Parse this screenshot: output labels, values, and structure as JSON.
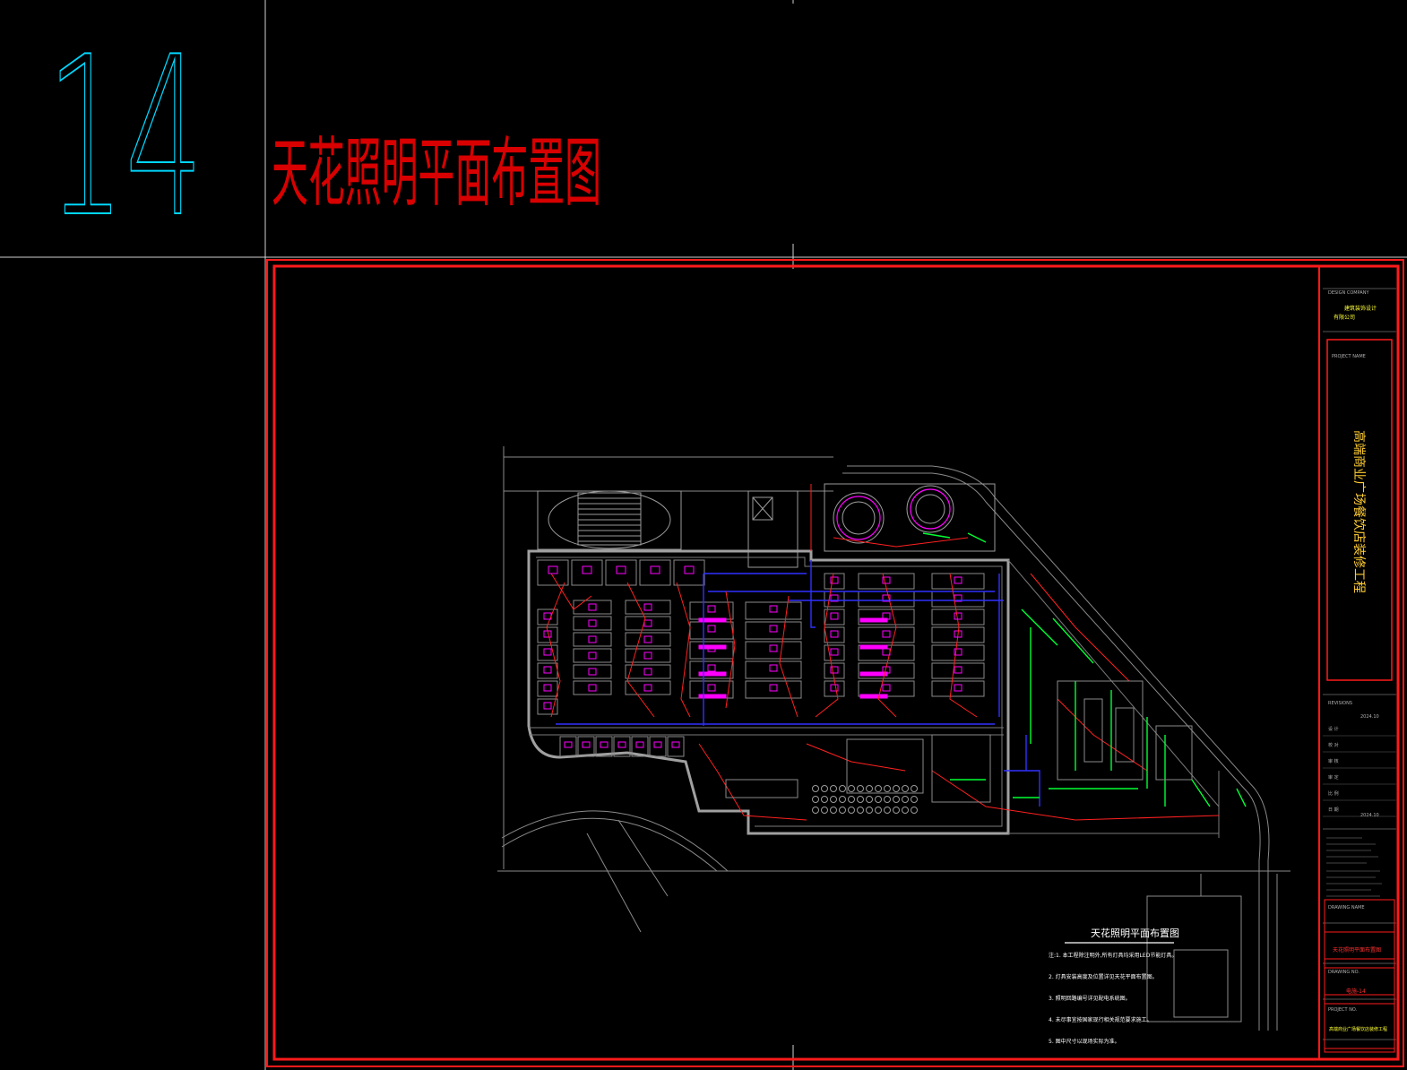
{
  "sheet": {
    "number": "14",
    "title": "天花照明平面布置图",
    "colors": {
      "background": "#000000",
      "sheet_number": "#00d8ff",
      "title": "#e00000",
      "frame": "#ff1a1a",
      "guide_lines": "#d0d0d0",
      "walls": "#9a9a9a",
      "lighting": "#ff00ff",
      "circuit_red": "#ff2020",
      "circuit_blue": "#3030ff",
      "equipment_green": "#00ff33",
      "title_block_yellow": "#ffff33",
      "title_block_text": "#b0b0b0"
    }
  },
  "drawing": {
    "caption": "天花照明平面布置图",
    "notes": [
      "注:1. 本工程除注明外,所有灯具均采用LED节能灯具。",
      "2. 灯具安装高度及位置详见天花平面布置图。",
      "3. 照明回路编号详见配电系统图。",
      "4. 未尽事宜按国家现行相关规范要求施工。",
      "5. 图中尺寸以现场实际为准。"
    ]
  },
  "title_block": {
    "company_en": "DESIGN COMPANY",
    "company_line1": "建筑装饰设计",
    "company_line2": "有限公司",
    "project_label": "PROJECT NAME",
    "project_name": "高端商业广场餐饮店装修工程",
    "revision_label": "REVISIONS",
    "date_value": "2024.10",
    "rows": [
      "设 计",
      "校 对",
      "审 核",
      "审 定",
      "比 例",
      "日 期"
    ],
    "date_value_2": "2024.10",
    "drawing_name_label": "DRAWING NAME",
    "drawing_name": "天花照明平面布置图",
    "drawing_no_label": "DRAWING NO.",
    "drawing_no": "电施-14",
    "project_no_label": "PROJECT NO.",
    "project_no": "高端商业广场餐饮店装修工程"
  }
}
